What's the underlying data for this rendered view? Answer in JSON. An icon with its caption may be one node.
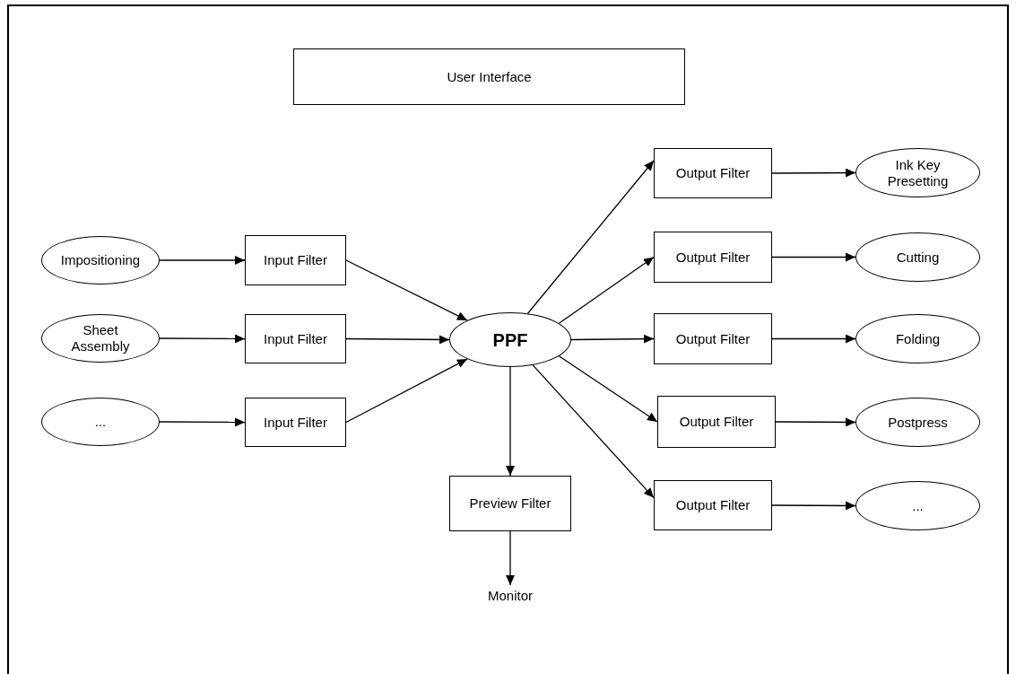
{
  "diagram": {
    "nodes": [
      {
        "text": [
          "User Interface"
        ]
      },
      {
        "text": [
          "Impositioning"
        ]
      },
      {
        "text": [
          "Sheet Assembly"
        ]
      },
      {
        "text": [
          "..."
        ]
      },
      {
        "text": [
          "Input Filter"
        ]
      },
      {
        "text": [
          "Input Filter"
        ]
      },
      {
        "text": [
          "Input Filter"
        ]
      },
      {
        "text": [
          "PPF"
        ]
      },
      {
        "text": [
          "Output Filter"
        ]
      },
      {
        "text": [
          "Output Filter"
        ]
      },
      {
        "text": [
          "Output Filter"
        ]
      },
      {
        "text": [
          "Output Filter"
        ]
      },
      {
        "text": [
          "Output Filter"
        ]
      },
      {
        "text": [
          "Ink Key Presetting"
        ]
      },
      {
        "text": [
          "Cutting"
        ]
      },
      {
        "text": [
          "Folding"
        ]
      },
      {
        "text": [
          "Postpress"
        ]
      },
      {
        "text": [
          "..."
        ]
      },
      {
        "text": [
          "Preview Filter"
        ]
      },
      {
        "text": [
          "Monitor"
        ]
      }
    ],
    "edges": [
      {
        "from": 1,
        "to": 4,
        "arrow": "to"
      },
      {
        "from": 2,
        "to": 5,
        "arrow": "to"
      },
      {
        "from": 3,
        "to": 6,
        "arrow": "to"
      },
      {
        "from": 4,
        "to": 7,
        "arrow": "to"
      },
      {
        "from": 5,
        "to": 7,
        "arrow": "to"
      },
      {
        "from": 6,
        "to": 7,
        "arrow": "to"
      },
      {
        "from": 7,
        "to": 8,
        "arrow": "to"
      },
      {
        "from": 7,
        "to": 9,
        "arrow": "to"
      },
      {
        "from": 7,
        "to": 10,
        "arrow": "to"
      },
      {
        "from": 7,
        "to": 11,
        "arrow": "to"
      },
      {
        "from": 7,
        "to": 12,
        "arrow": "to"
      },
      {
        "from": 8,
        "to": 13,
        "arrow": "to"
      },
      {
        "from": 9,
        "to": 14,
        "arrow": "to"
      },
      {
        "from": 10,
        "to": 15,
        "arrow": "to"
      },
      {
        "from": 11,
        "to": 16,
        "arrow": "to"
      },
      {
        "from": 12,
        "to": 17,
        "arrow": "to"
      },
      {
        "from": 7,
        "to": 18,
        "arrow": "to"
      },
      {
        "from": 18,
        "to": 19,
        "arrow": "to"
      }
    ]
  }
}
